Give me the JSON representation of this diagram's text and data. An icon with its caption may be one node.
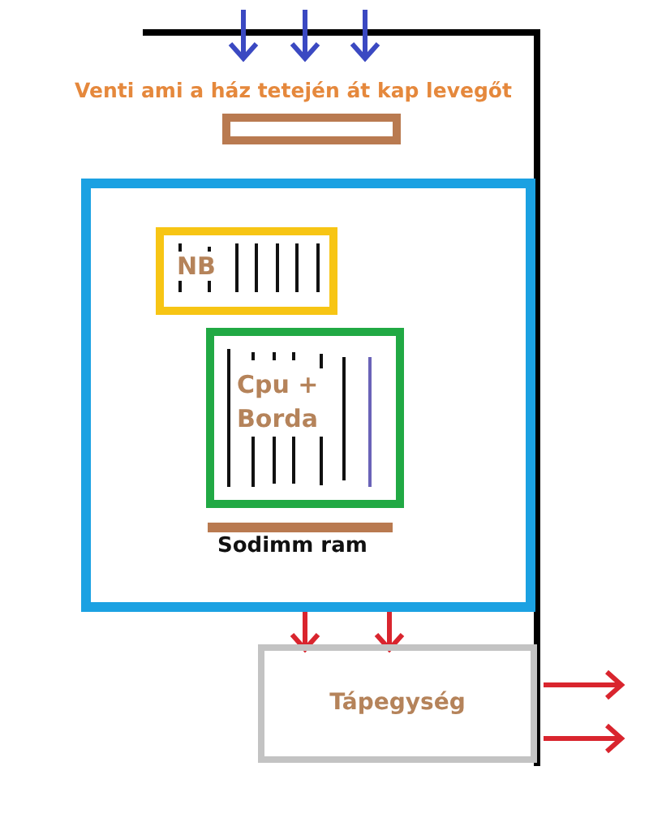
{
  "diagram": {
    "nodes": [
      {
        "text": [
          "Venti ami a ház tetején át kap levegőt"
        ]
      },
      {
        "text": [],
        "shape": "box"
      },
      {
        "text": [
          "NB"
        ],
        "in": 1
      },
      {
        "text": [
          "Cpu + Borda"
        ],
        "in": 1
      },
      {
        "text": [
          "Sodimm ram"
        ],
        "in": 1
      },
      {
        "text": [
          "Tápegység"
        ]
      }
    ],
    "edges": [
      {
        "from": 1,
        "to": 5,
        "arrow": "to"
      },
      {
        "from": 1,
        "to": 5,
        "arrow": "to"
      },
      {
        "from": 5,
        "to": null,
        "arrow": "to"
      },
      {
        "from": 5,
        "to": null,
        "arrow": "to"
      }
    ]
  }
}
